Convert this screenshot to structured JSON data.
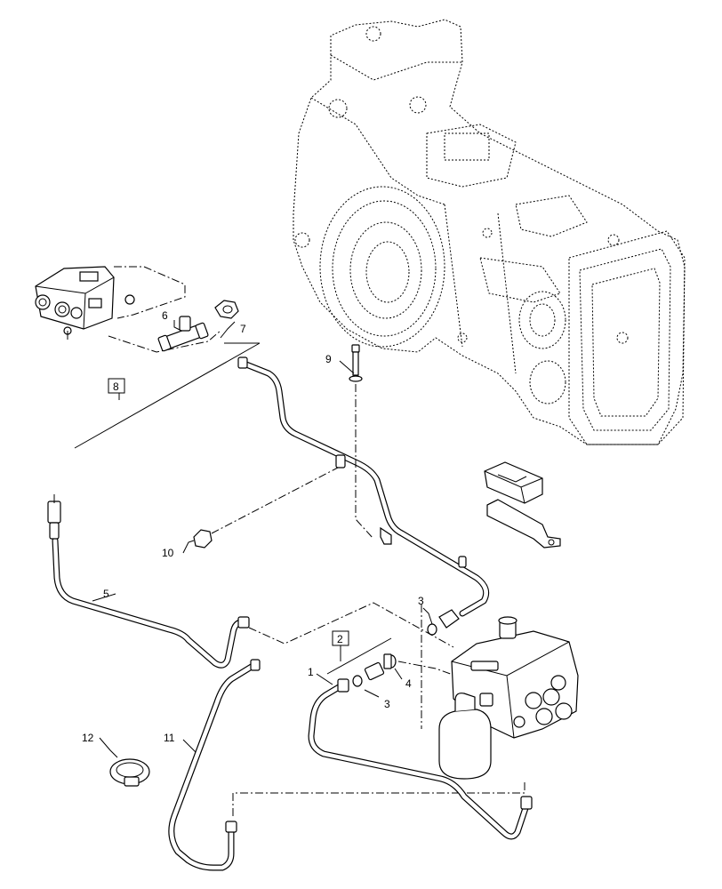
{
  "callouts": {
    "c1": "1",
    "c2": "2",
    "c3a": "3",
    "c3b": "3",
    "c4": "4",
    "c5": "5",
    "c6": "6",
    "c7": "7",
    "c8": "8",
    "c9": "9",
    "c10": "10",
    "c11": "11",
    "c12": "12"
  },
  "icons": {
    "housing": "transmission-housing",
    "valve": "remote-control-valve",
    "accumulator": "accumulator",
    "clamp": "hose-clamp"
  }
}
